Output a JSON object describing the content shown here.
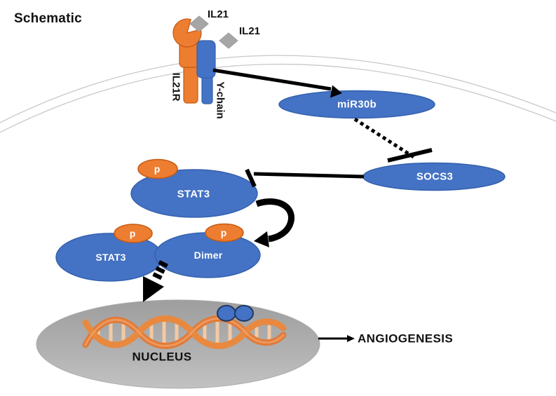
{
  "labels": {
    "title": "Schematic",
    "il21": "IL21",
    "il21r": "IL21R",
    "gamma_chain": "Y-chain",
    "mir30b": "miR30b",
    "socs3": "SOCS3",
    "stat3": "STAT3",
    "dimer": "Dimer",
    "phospho": "p",
    "nucleus": "NUCLEUS",
    "angiogenesis": "ANGIOGENESIS"
  },
  "icons": {
    "ligand": "diamond-icon",
    "dna": "dna-helix-icon",
    "inhibition": "t-bar-icon",
    "activation": "arrow-icon"
  },
  "colors": {
    "protein_blue": "#4472C4",
    "protein_blue_border": "#3561AE",
    "phospho_orange": "#ED7D31",
    "phospho_orange_border": "#C55A11",
    "ligand_gray": "#A6A6A6",
    "membrane_gray": "#C8C8C8",
    "nucleus_gray": "#ADADAD",
    "dna_orange": "#E07B39",
    "arrow_black": "#000000"
  }
}
